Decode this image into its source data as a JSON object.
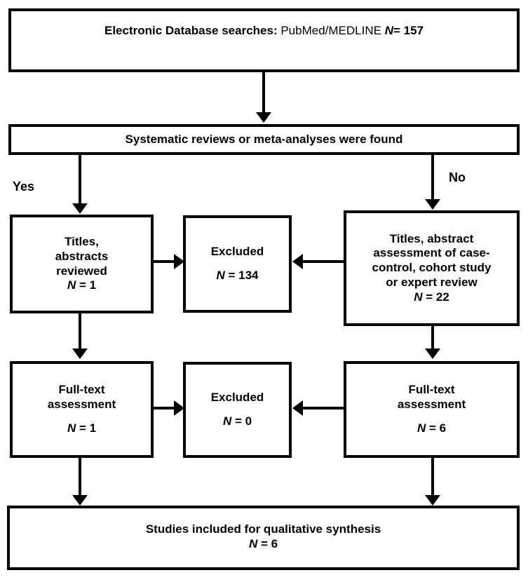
{
  "diagram": {
    "title": "PRISMA study selection flow diagram",
    "colors": {
      "stroke": "#000000",
      "background": "#ffffff",
      "text": "#000000"
    },
    "boxes": {
      "search": {
        "name": "electronic-database-searches",
        "label_bold": "Electronic Database searches:",
        "label_regular": "PubMed/MEDLINE",
        "n_symbol": "N",
        "n_value": "= 157"
      },
      "systematic": {
        "name": "systematic-reviews-found",
        "label": "Systematic reviews or meta-analyses were found"
      },
      "titles_left": {
        "name": "titles-abstracts-reviewed",
        "line1": "Titles,",
        "line2": "abstracts",
        "line3": "reviewed",
        "n_symbol": "N",
        "n_value": "= 1"
      },
      "excluded_1": {
        "name": "excluded-screening",
        "label": "Excluded",
        "n_symbol": "N",
        "n_value": "= 134"
      },
      "titles_right": {
        "name": "titles-abstract-assessment",
        "line1": "Titles, abstract",
        "line2": "assessment of case-",
        "line3": "control, cohort study",
        "line4": "or expert review",
        "n_symbol": "N",
        "n_value": "= 22"
      },
      "fulltext_left": {
        "name": "full-text-assessment-left",
        "line1": "Full-text",
        "line2": "assessment",
        "n_symbol": "N",
        "n_value": "= 1"
      },
      "excluded_2": {
        "name": "excluded-full-text",
        "label": "Excluded",
        "n_symbol": "N",
        "n_value": "= 0"
      },
      "fulltext_right": {
        "name": "full-text-assessment-right",
        "line1": "Full-text",
        "line2": "assessment",
        "n_symbol": "N",
        "n_value": "= 6"
      },
      "included": {
        "name": "studies-included",
        "label": "Studies included for qualitative synthesis",
        "n_symbol": "N",
        "n_value": "= 6"
      }
    },
    "branch_labels": {
      "yes": "Yes",
      "no": "No"
    },
    "flow_counts": {
      "database_records": 157,
      "titles_abstracts_reviewed_yes": 1,
      "excluded_screening": 134,
      "titles_abstract_assessment_no": 22,
      "full_text_assessment_yes": 1,
      "excluded_full_text": 0,
      "full_text_assessment_no": 6,
      "studies_included": 6
    }
  }
}
